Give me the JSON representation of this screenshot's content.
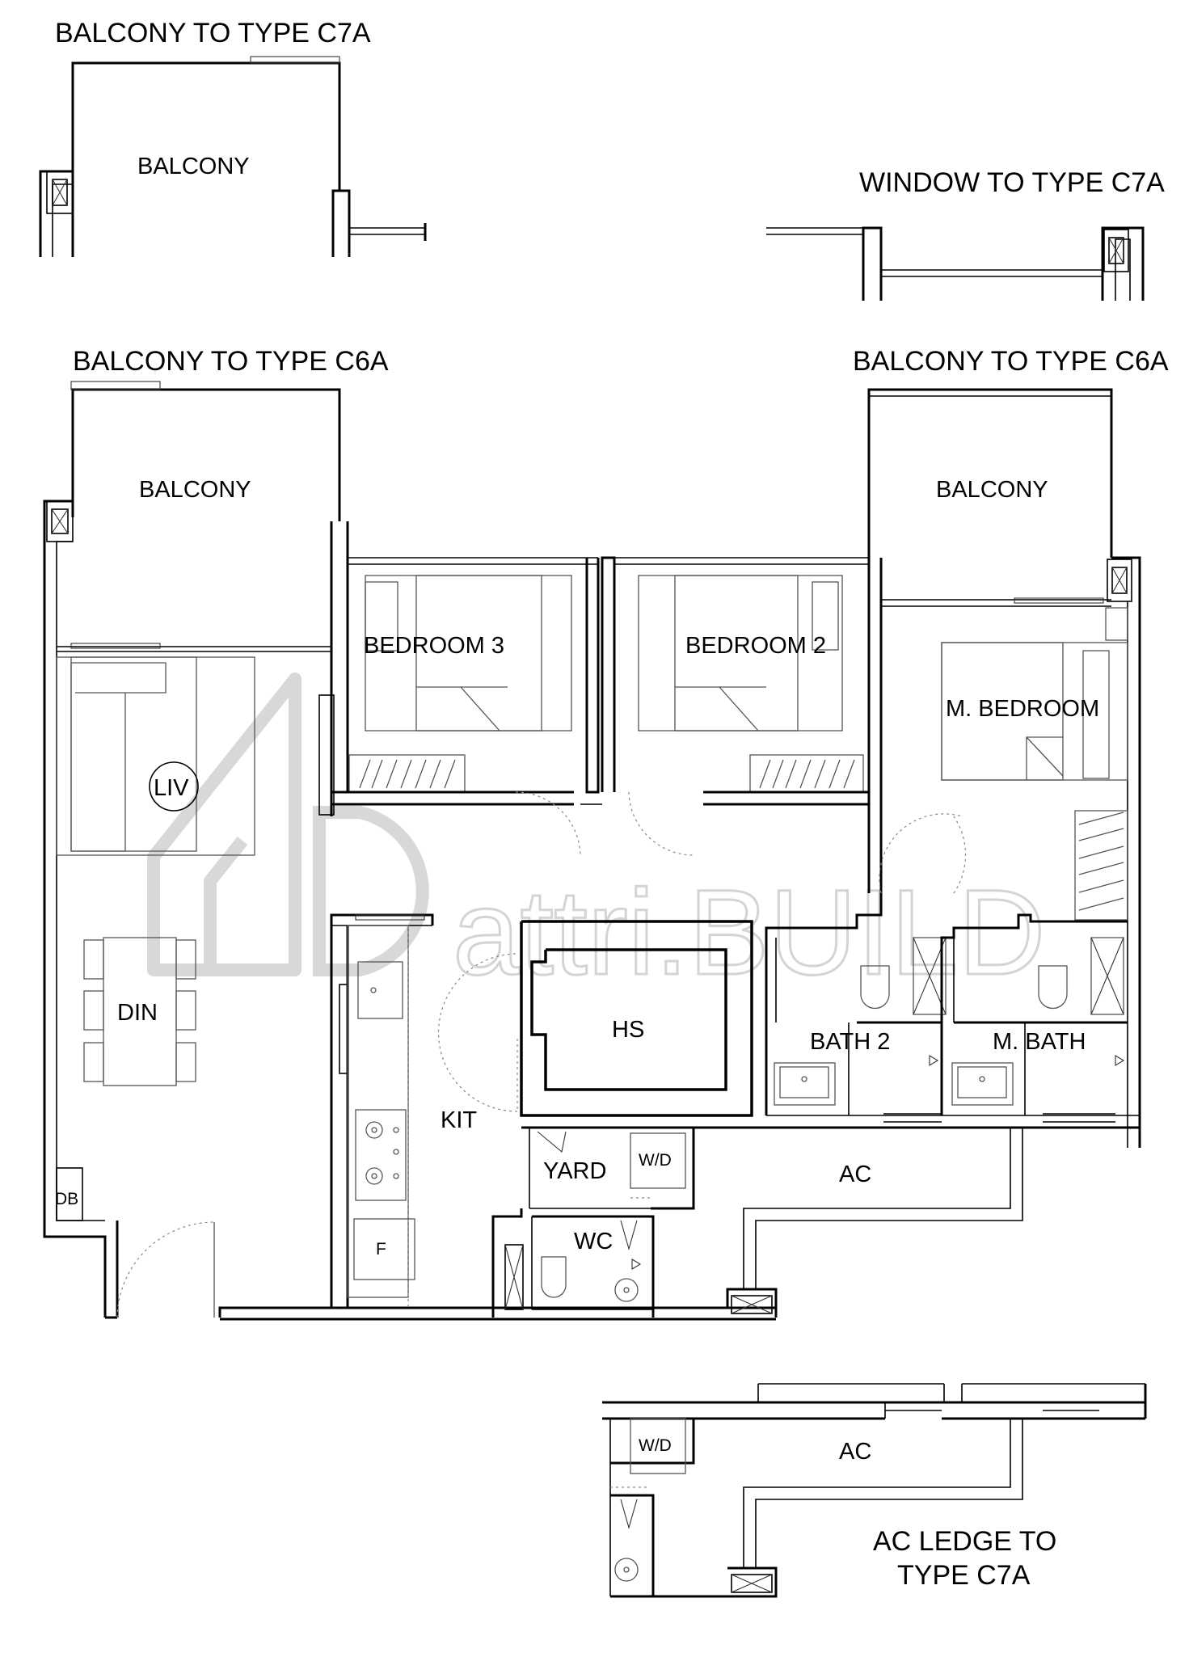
{
  "watermark": "attri.BUILD",
  "headings": {
    "balcony_c7a": "BALCONY TO TYPE C7A",
    "window_c7a": "WINDOW TO TYPE C7A",
    "balcony_c6a_left": "BALCONY TO TYPE C6A",
    "balcony_c6a_right": "BALCONY TO TYPE C6A",
    "ac_ledge_line1": "AC LEDGE TO",
    "ac_ledge_line2": "TYPE C7A"
  },
  "rooms": {
    "balcony_c7a": "BALCONY",
    "balcony_left": "BALCONY",
    "balcony_right": "BALCONY",
    "bedroom3": "BEDROOM 3",
    "bedroom2": "BEDROOM 2",
    "master_bedroom": "M. BEDROOM",
    "living": "LIV",
    "dining": "DIN",
    "kitchen": "KIT",
    "household_shelter": "HS",
    "bath2": "BATH 2",
    "master_bath": "M. BATH",
    "yard": "YARD",
    "washer_dryer": "W/D",
    "ac": "AC",
    "wc": "WC",
    "db": "DB",
    "fridge": "F",
    "washer_dryer_c7a": "W/D",
    "ac_c7a": "AC"
  }
}
